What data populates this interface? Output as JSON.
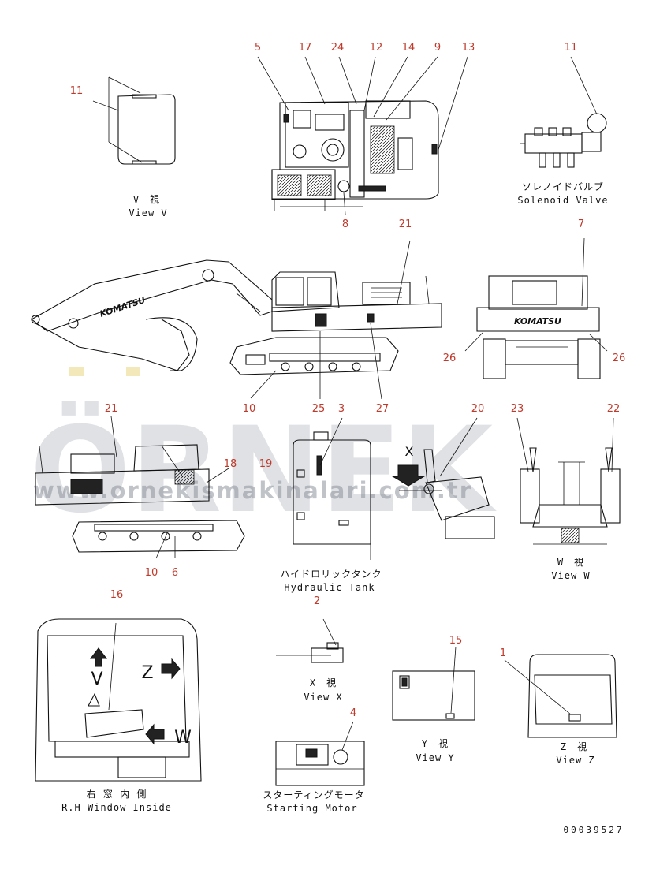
{
  "watermark": {
    "logo_text": "ÖRNEK",
    "url_text": "www.ornekismakinalari.com.tr"
  },
  "brand_text": "KOMATSU",
  "drawing_number": "00039527",
  "captions": {
    "view_v_jp": "V　視",
    "view_v_en": "View V",
    "solenoid_jp": "ソレノイドバルブ",
    "solenoid_en": "Solenoid Valve",
    "hydraulic_jp": "ハイドロリックタンク",
    "hydraulic_en": "Hydraulic Tank",
    "view_x_jp": "X　視",
    "view_x_en": "View X",
    "view_w_jp": "W　視",
    "view_w_en": "View W",
    "view_y_jp": "Y　視",
    "view_y_en": "View Y",
    "view_z_jp": "Z　視",
    "view_z_en": "View Z",
    "window_jp": "右 窓 内 側",
    "window_en": "R.H  Window Inside",
    "starting_jp": "スターティングモータ",
    "starting_en": "Starting Motor"
  },
  "view_markers": {
    "x": "X",
    "v": "V",
    "z": "Z",
    "w": "W"
  },
  "callouts": {
    "c5": "5",
    "c17": "17",
    "c24": "24",
    "c12": "12",
    "c14": "14",
    "c9": "9",
    "c13": "13",
    "c11_left": "11",
    "c11_right": "11",
    "c8": "8",
    "c21_top": "21",
    "c7": "7",
    "c26_left": "26",
    "c26_right": "26",
    "c10_top": "10",
    "c25": "25",
    "c3": "3",
    "c27": "27",
    "c20": "20",
    "c23": "23",
    "c22": "22",
    "c21_side": "21",
    "c18": "18",
    "c19": "19",
    "c10_side": "10",
    "c6": "6",
    "c2": "2",
    "c16": "16",
    "c15": "15",
    "c1": "1",
    "c4": "4"
  }
}
